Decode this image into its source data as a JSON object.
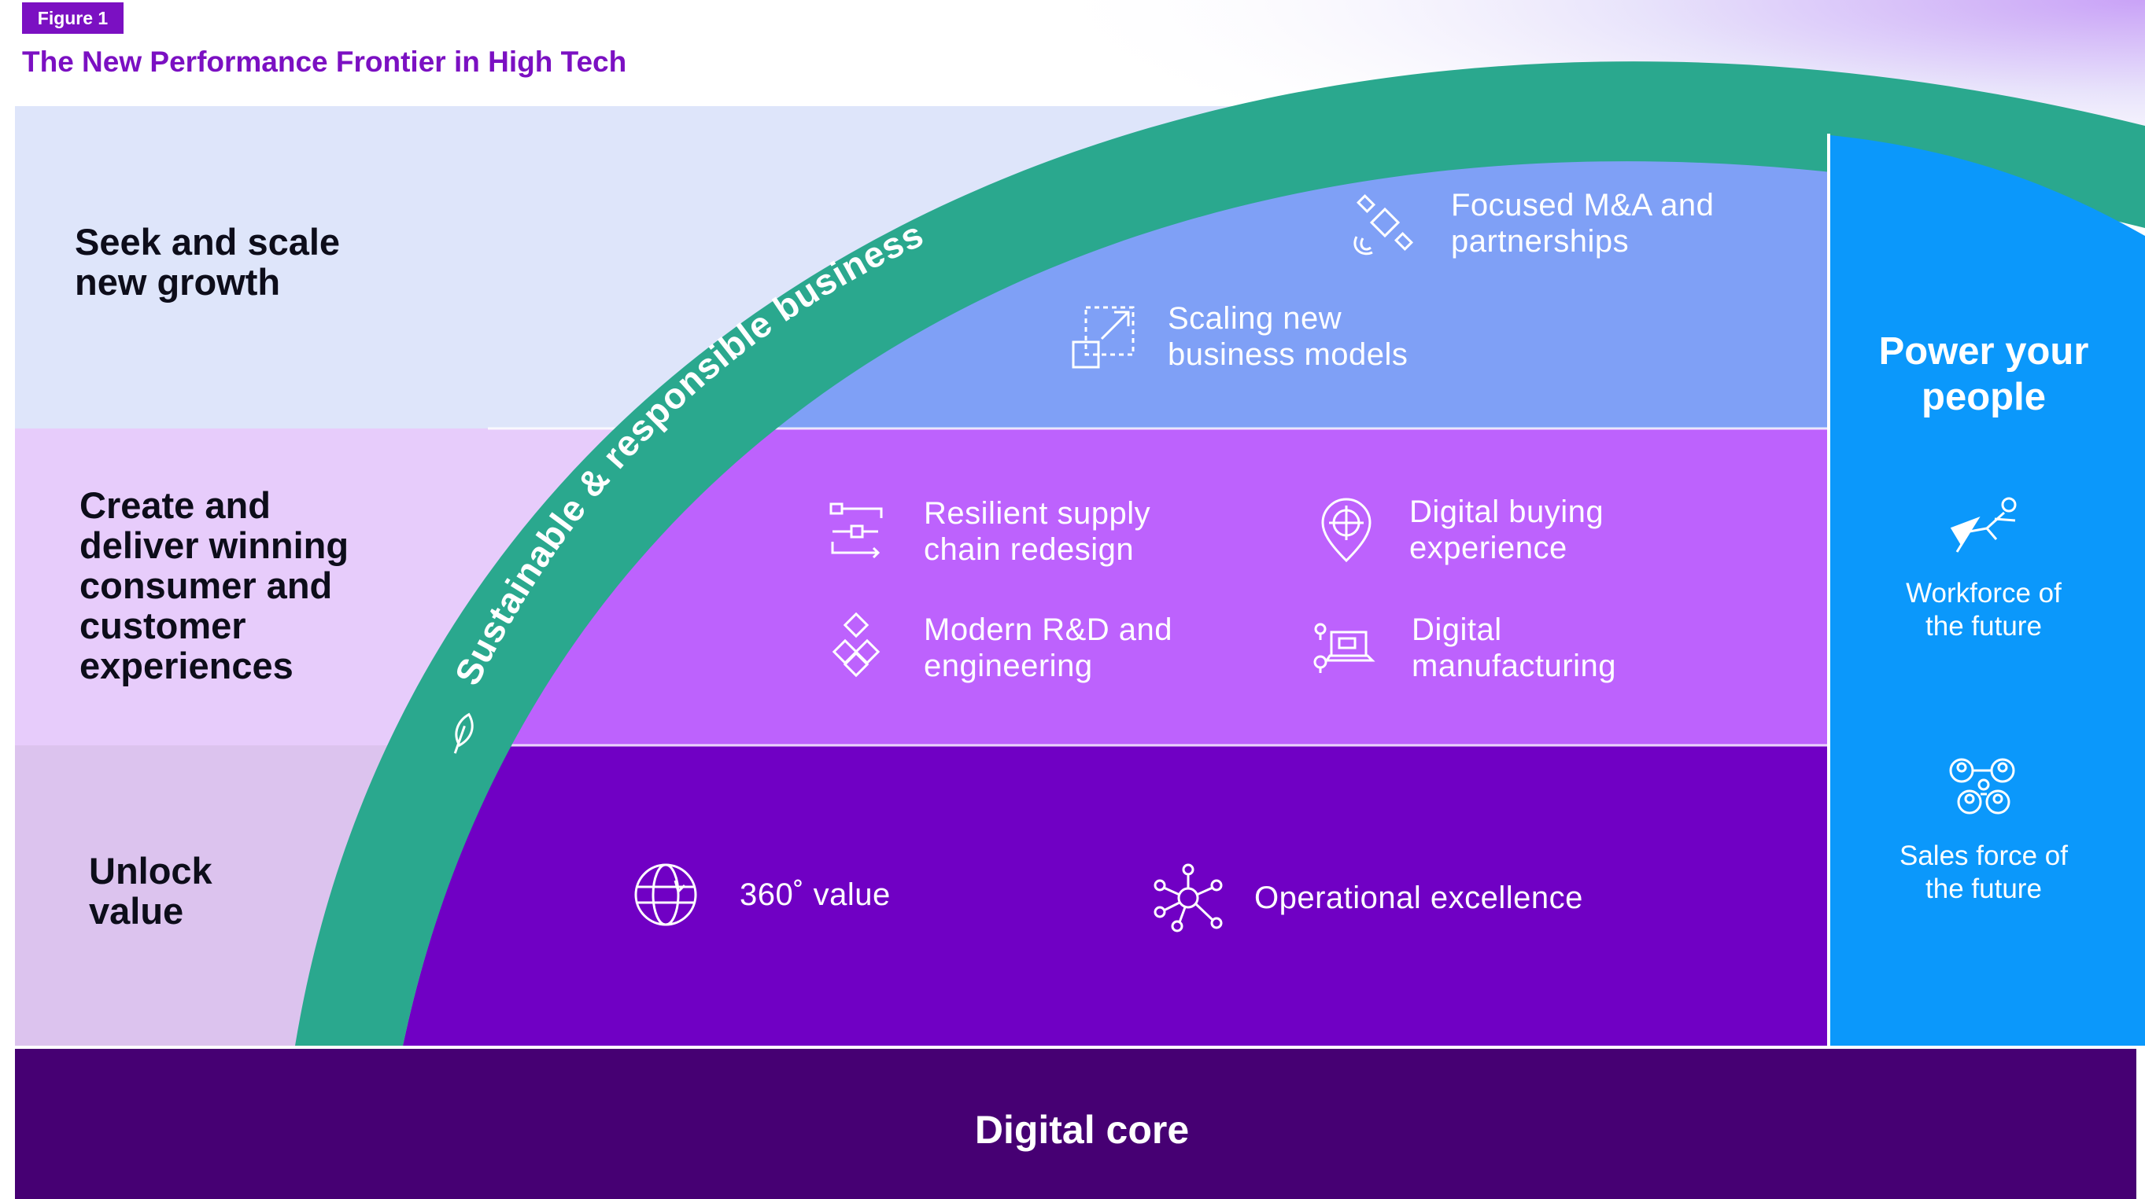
{
  "figure_label": "Figure 1",
  "title": "The New Performance Frontier in High Tech",
  "arc_label": "Sustainable & responsible business",
  "bands": {
    "growth": {
      "label": "Seek and scale new growth",
      "items": [
        "Focused M&A and partnerships",
        "Scaling new business models"
      ]
    },
    "experience": {
      "label": "Create and deliver winning consumer and customer experiences",
      "items": [
        "Resilient supply chain redesign",
        "Digital buying experience",
        "Modern R&D and engineering",
        "Digital manufacturing"
      ]
    },
    "value": {
      "label": "Unlock value",
      "items": [
        "360˚ value",
        "Operational excellence"
      ]
    }
  },
  "people": {
    "title": "Power your people",
    "items": [
      "Workforce of the future",
      "Sales force of the future"
    ]
  },
  "core": {
    "label": "Digital core"
  },
  "icons": {
    "satellite": "satellite-icon",
    "expand": "expand-arrow-icon",
    "flow": "supply-chain-flow-icon",
    "target": "target-pin-icon",
    "diamonds": "diamond-cluster-icon",
    "laptop": "laptop-location-icon",
    "globe": "globe-icon",
    "network": "network-nodes-icon",
    "runner": "running-figure-icon",
    "group": "people-group-icon",
    "leaf": "leaf-icon"
  },
  "colors": {
    "brand_purple": "#7b10c2",
    "band_growth_light": "#dee5fa",
    "band_growth_inner": "#7fa0f6",
    "band_experience_light": "#e7ccfb",
    "band_experience_inner": "#bd62fd",
    "band_value_light": "#dcc3ee",
    "band_value_inner": "#7000c4",
    "people_blue": "#0b98fb",
    "arc_green": "#2aa88e",
    "core_purple": "#460073"
  }
}
